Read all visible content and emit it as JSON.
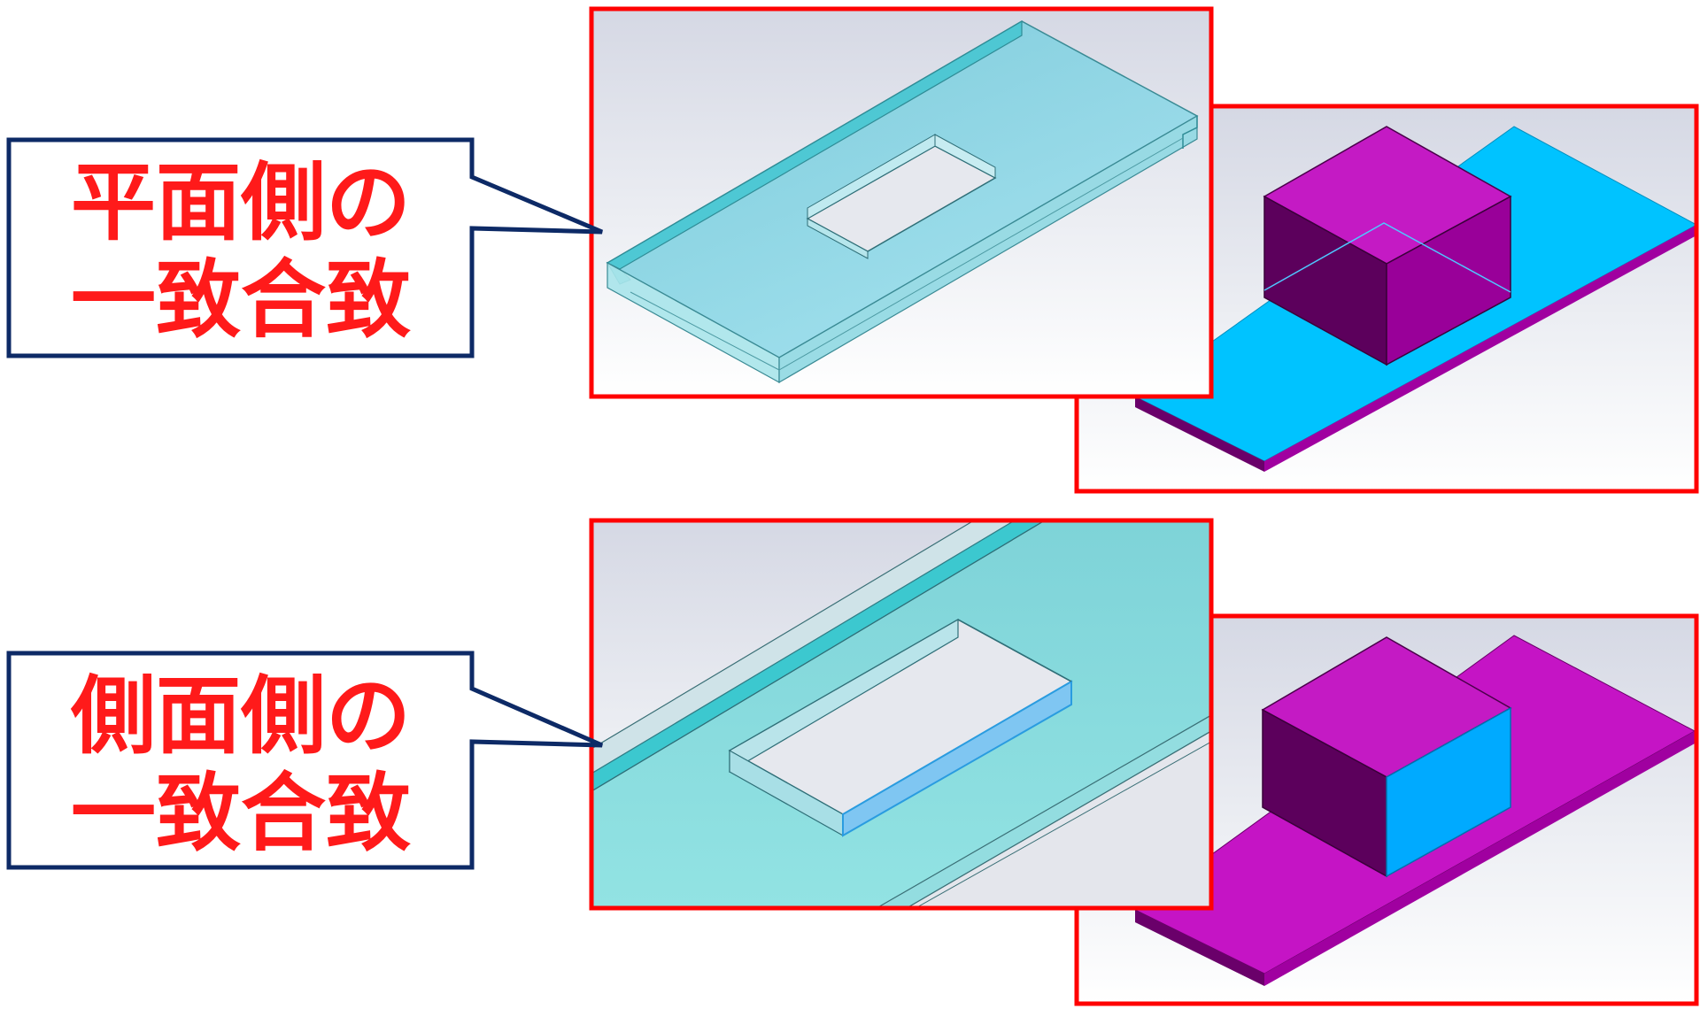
{
  "callouts": [
    {
      "id": "top",
      "line1": "平面側の",
      "line2": "一致合致"
    },
    {
      "id": "bottom",
      "line1": "側面側の",
      "line2": "一致合致"
    }
  ],
  "colors": {
    "highlight_frame": "#ff0000",
    "callout_border": "#0d2a66",
    "callout_text": "#ff1a1a",
    "block_top": "#c41ac4",
    "block_dark": "#5c005c",
    "block_mid": "#990099",
    "plate_cyan": "#00c3ff",
    "plate_magenta": "#c514c5",
    "mated_face": "#00aaff",
    "transparent_plate": "#7fd6df",
    "viewport_bg": "#dfe1ea"
  }
}
